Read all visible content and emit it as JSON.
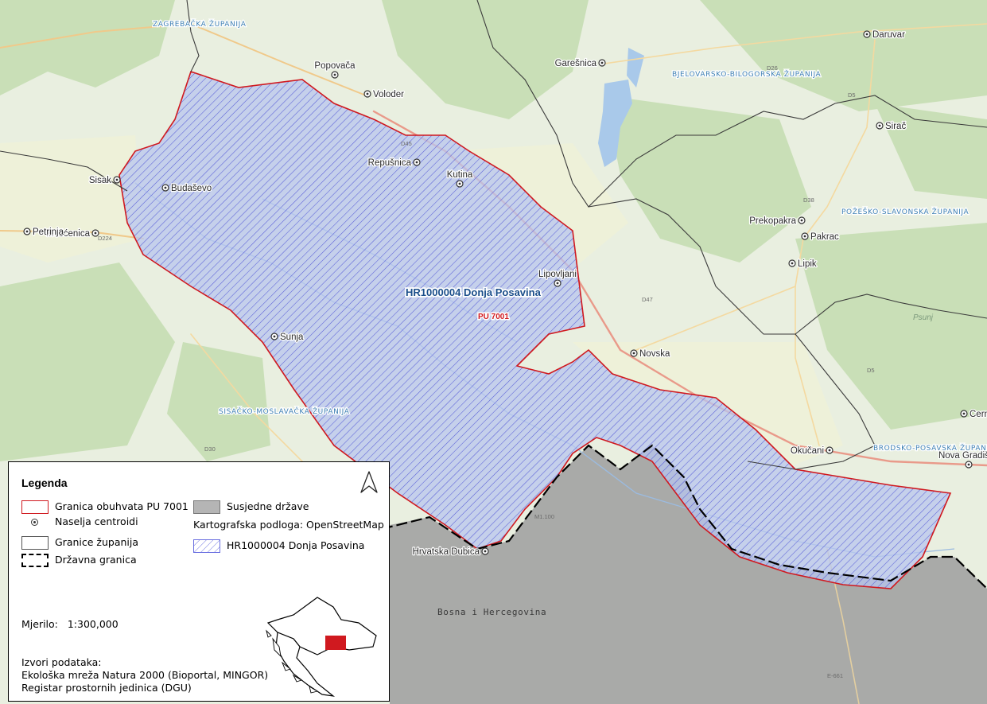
{
  "map": {
    "places": [
      {
        "name": "Popovača"
      },
      {
        "name": "Voloder"
      },
      {
        "name": "Garešnica"
      },
      {
        "name": "Daruvar"
      },
      {
        "name": "Sirač"
      },
      {
        "name": "Sisak"
      },
      {
        "name": "Budaševo"
      },
      {
        "name": "Repušnica"
      },
      {
        "name": "Kutina"
      },
      {
        "name": "Mošćenica"
      },
      {
        "name": "Petrinja"
      },
      {
        "name": "Prekopakra"
      },
      {
        "name": "Pakrac"
      },
      {
        "name": "Lipik"
      },
      {
        "name": "Lipovljani"
      },
      {
        "name": "Sunja"
      },
      {
        "name": "Novska"
      },
      {
        "name": "Okučani"
      },
      {
        "name": "Nova Gradiška"
      },
      {
        "name": "Cernik"
      },
      {
        "name": "Hrvatska Dubica"
      }
    ],
    "counties": [
      {
        "name": "Zagrebačka županija"
      },
      {
        "name": "Bjelovarsko-bilogorska županija"
      },
      {
        "name": "Požeško-slavonska županija"
      },
      {
        "name": "Sisačko-moslavačka županija"
      },
      {
        "name": "Brodsko-posavska županija"
      }
    ],
    "roads": [
      "D26",
      "D5",
      "D45",
      "D38",
      "D224",
      "D47",
      "D5",
      "D30",
      "M1.100",
      "E-661"
    ],
    "country_label": "Bosna i Hercegovina",
    "area_label": "HR1000004 Donja Posavina",
    "pu_label": "PU 7001",
    "river_label": "Psunj",
    "colors": {
      "pu_boundary": "#d0191f",
      "hatch": "#5a5fd8",
      "area_fill": "#b8c6ef",
      "county_boundary": "#3a3a3a",
      "state_boundary": "#000000",
      "neighbor_country": "#9e9e9e",
      "county_label": "#3d7fb3"
    }
  },
  "legend": {
    "title": "Legenda",
    "items": {
      "pu_boundary": "Granica obuhvata PU 7001",
      "centroids": "Naselja centroidi",
      "county_boundary": "Granice županija",
      "state_boundary": "Državna granica",
      "neighbors": "Susjedne države",
      "basemap": "Kartografska podloga: OpenStreetMap",
      "natura": "HR1000004 Donja Posavina"
    },
    "scale_label": "Mjerilo:",
    "scale_value": "1:300,000",
    "sources_title": "Izvori podataka:",
    "sources": [
      "Ekološka mreža Natura 2000 (Bioportal, MINGOR)",
      "Registar prostornih jedinica (DGU)"
    ]
  }
}
